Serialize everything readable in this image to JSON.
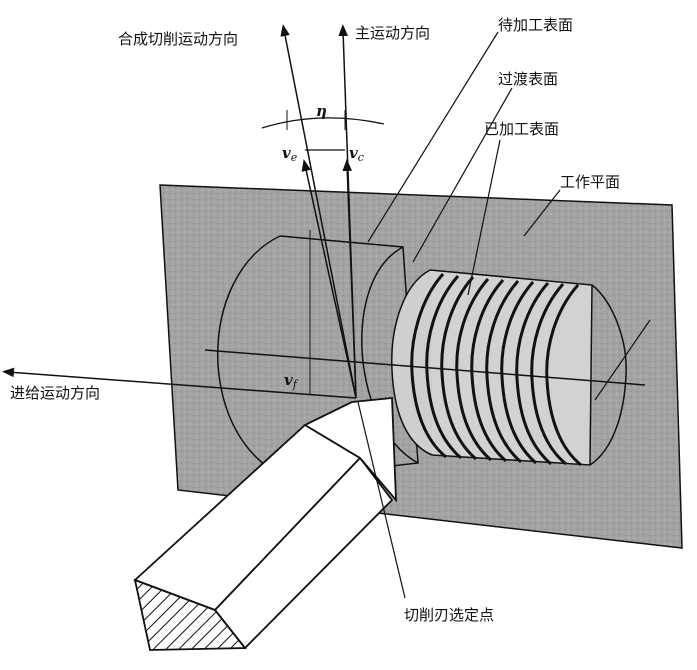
{
  "labels": {
    "resultant_direction": "合成切削运动方向",
    "primary_direction": "主运动方向",
    "work_surface": "待加工表面",
    "transient_surface": "过渡表面",
    "machined_surface": "已加工表面",
    "working_plane": "工作平面",
    "feed_direction": "进给运动方向",
    "selected_point": "切削刃选定点"
  },
  "symbols": {
    "eta": "η",
    "ve": "v",
    "ve_sub": "e",
    "vc": "v",
    "vc_sub": "c",
    "vf": "v",
    "vf_sub": "f"
  },
  "colors": {
    "plane_fill": "#a3a3a3",
    "line": "#111111",
    "background": "#ffffff"
  }
}
